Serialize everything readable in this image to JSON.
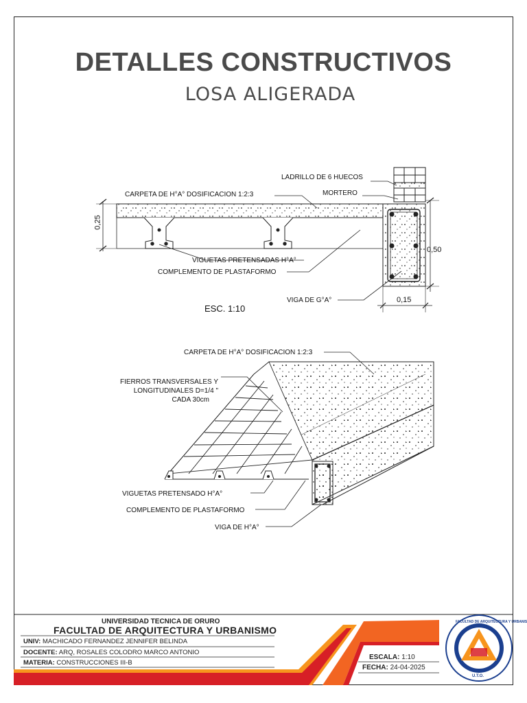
{
  "header": {
    "title": "DETALLES CONSTRUCTIVOS",
    "subtitle": "LOSA ALIGERADA"
  },
  "section_detail": {
    "labels": {
      "ladrillo": "LADRILLO DE 6 HUECOS",
      "mortero": "MORTERO",
      "carpeta": "CARPETA DE H°A° DOSIFICACION 1:2:3",
      "viguetas": "VIGUETAS PRETENSADAS H°A°",
      "complemento": "COMPLEMENTO DE PLASTAFORMO",
      "viga": "VIGA DE G°A°"
    },
    "dimensions": {
      "slab_height": "0,25",
      "beam_height": "0,50",
      "beam_width": "0,15"
    },
    "scale": "ESC. 1:10"
  },
  "iso_detail": {
    "labels": {
      "carpeta": "CARPETA DE H°A° DOSIFICACION 1:2:3",
      "fierros_1": "FIERROS TRANSVERSALES Y",
      "fierros_2": "LONGITUDINALES D=1/4 \"",
      "fierros_3": "CADA 30cm",
      "viguetas": "VIGUETAS PRETENSADO H°A°",
      "complemento": "COMPLEMENTO DE PLASTAFORMO",
      "viga": "VIGA DE H°A°"
    }
  },
  "title_block": {
    "university": "UNIVERSIDAD TECNICA DE ORURO",
    "faculty": "FACULTAD DE ARQUITECTURA Y URBANISMO",
    "univ_label": "UNIV:",
    "univ_value": "MACHICADO FERNANDEZ JENNIFER BELINDA",
    "docente_label": "DOCENTE:",
    "docente_value": "ARQ, ROSALES COLODRO MARCO ANTONIO",
    "materia_label": "MATERIA:",
    "materia_value": "CONSTRUCCIONES III-B",
    "escala_label": "ESCALA:",
    "escala_value": "1:10",
    "fecha_label": "FECHA:",
    "fecha_value": "24-04-2025",
    "logo_text": "FACULTAD DE ARQUITECTURA Y URBANISMO",
    "logo_abbr": "U.T.O."
  },
  "colors": {
    "accent_orange": "#f26522",
    "accent_red": "#d71f26",
    "accent_yellow": "#f7941d",
    "logo_blue": "#1b3f8f",
    "title_gray": "#4a4a4a"
  }
}
